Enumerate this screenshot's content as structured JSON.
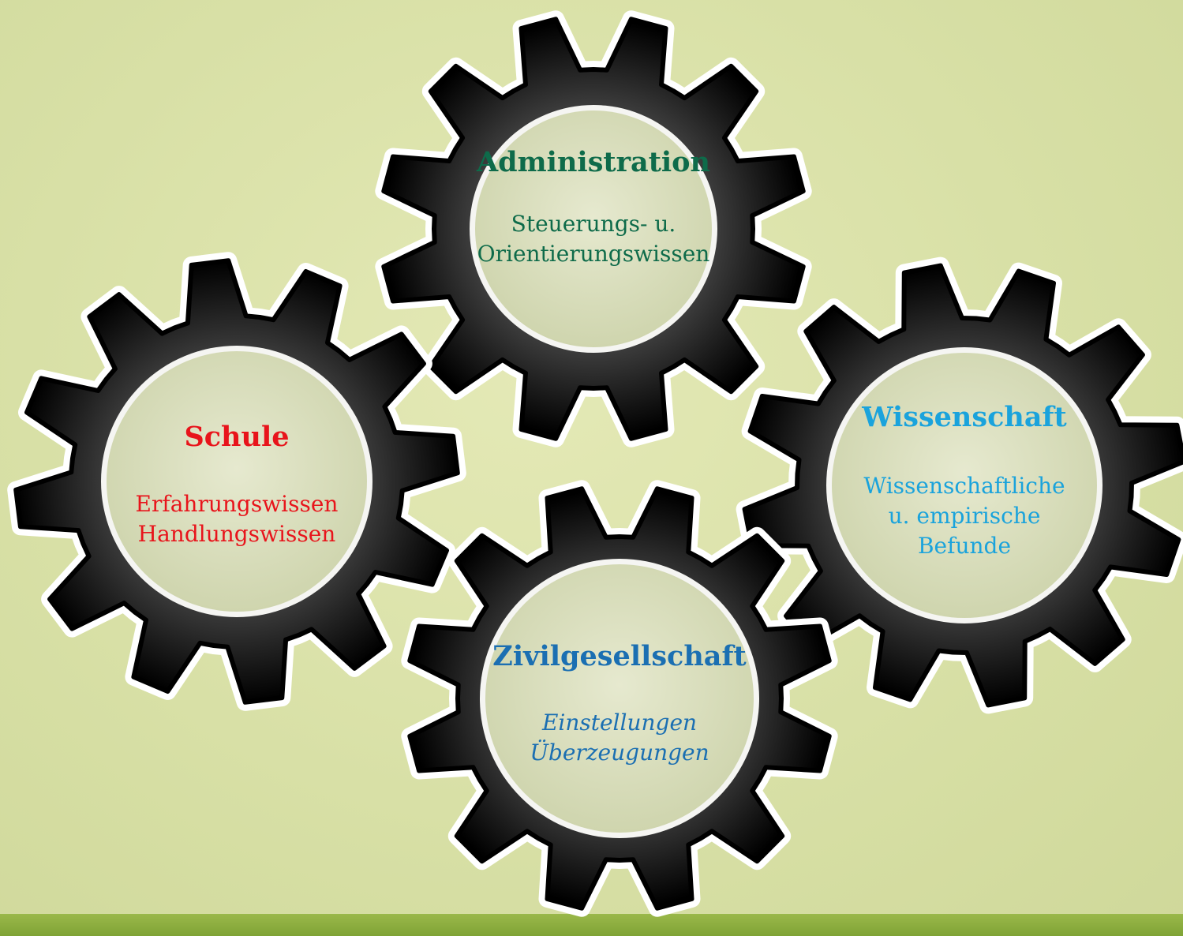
{
  "gears": [
    {
      "id": "administration",
      "title": "Administration",
      "lines": [
        "Steuerungs- u.",
        "Orientierungswissen"
      ],
      "color": "#0e6b4a",
      "italic": false
    },
    {
      "id": "schule",
      "title": "Schule",
      "lines": [
        "Erfahrungswissen",
        "Handlungswissen"
      ],
      "color": "#e8141b",
      "italic": false
    },
    {
      "id": "wissenschaft",
      "title": "Wissenschaft",
      "lines": [
        "Wissenschaftliche",
        "u. empirische",
        "Befunde"
      ],
      "color": "#1aa3dc",
      "italic": false
    },
    {
      "id": "zivilgesellschaft",
      "title": "Zivilgesellschaft",
      "lines": [
        "Einstellungen",
        "Überzeugungen"
      ],
      "color": "#1b6fb2",
      "italic": true
    }
  ],
  "colors": {
    "gear_fill": "#000000",
    "gear_outline": "#ffffff",
    "hub_fill": "#dfe3c6",
    "hub_ring": "#f5f5f2",
    "background": "#d9e0a8",
    "bottom_band": "#8aac3d"
  }
}
